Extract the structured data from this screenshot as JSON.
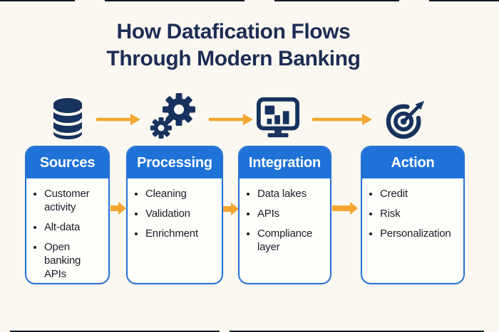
{
  "header": {
    "line1": "How Datafication Flows",
    "line2": "Through Modern Banking"
  },
  "stages": [
    {
      "icon": "database-icon",
      "header": "Sources",
      "items": [
        "Customer activity",
        "Alt-data",
        "Open banking APIs"
      ]
    },
    {
      "icon": "gears-icon",
      "header": "Processing",
      "items": [
        "Cleaning",
        "Validation",
        "Enrichment"
      ]
    },
    {
      "icon": "dashboard-monitor-icon",
      "header": "Integration",
      "items": [
        "Data lakes",
        "APIs",
        "Compliance layer"
      ]
    },
    {
      "icon": "target-icon",
      "header": "Action",
      "items": [
        "Credit",
        "Risk",
        "Personalization"
      ]
    }
  ],
  "colors": {
    "background": "#FBF8F1",
    "title_navy": "#1C2C55",
    "icon_navy": "#17325F",
    "header_blue": "#1E72D8",
    "border_blue": "#2471D6",
    "arrow_orange": "#F3A62F",
    "text_dark": "#1C1B26",
    "card_bg": "#FFFEFB",
    "header_text": "#FFFFFF"
  }
}
